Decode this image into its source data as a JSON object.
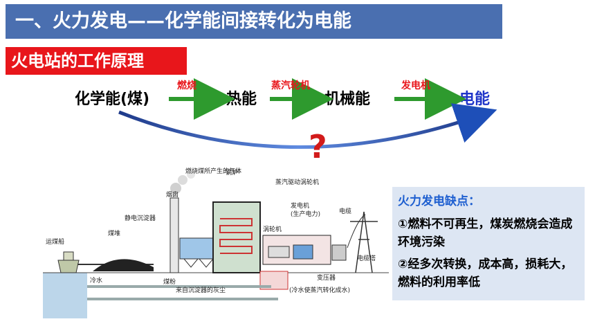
{
  "title": "一、火力发电——化学能间接转化为电能",
  "section_tag": "火电站的工作原理",
  "flow": {
    "stages": [
      "化学能(煤)",
      "热能",
      "机械能",
      "电能"
    ],
    "steps": [
      "燃烧",
      "蒸汽轮机",
      "发电机"
    ],
    "question_mark": "?"
  },
  "diagram_labels": {
    "chimney": "烟囱",
    "gas": "燃烧煤所产生的气体",
    "boiler": "锅炉",
    "turbine_drive": "蒸汽驱动涡轮机",
    "generator": "发电机",
    "generator_note": "(生产电力)",
    "turbine": "涡轮机",
    "precipitator": "静电沉淀器",
    "coal_pile": "煤堆",
    "coal_ship": "运煤船",
    "power_line": "电缆",
    "tower": "电缆塔",
    "transformer": "变压器",
    "cold_water": "冷水",
    "coal_powder": "煤粉",
    "ash": "来自沉淀器的灰尘",
    "condense": "(冷水使蒸汽转化成水)"
  },
  "info_box": {
    "title": "火力发电缺点：",
    "items": [
      "①燃料不可再生，煤炭燃烧会造成环境污染",
      "②经多次转换，成本高，损耗大，燃料的利用率低"
    ]
  },
  "colors": {
    "title_bg": "#4a6fb0",
    "tag_bg": "#e8161b",
    "arrow": "#2e9a2e",
    "curve": "#1e4fb8",
    "info_bg": "#dde6f3"
  }
}
